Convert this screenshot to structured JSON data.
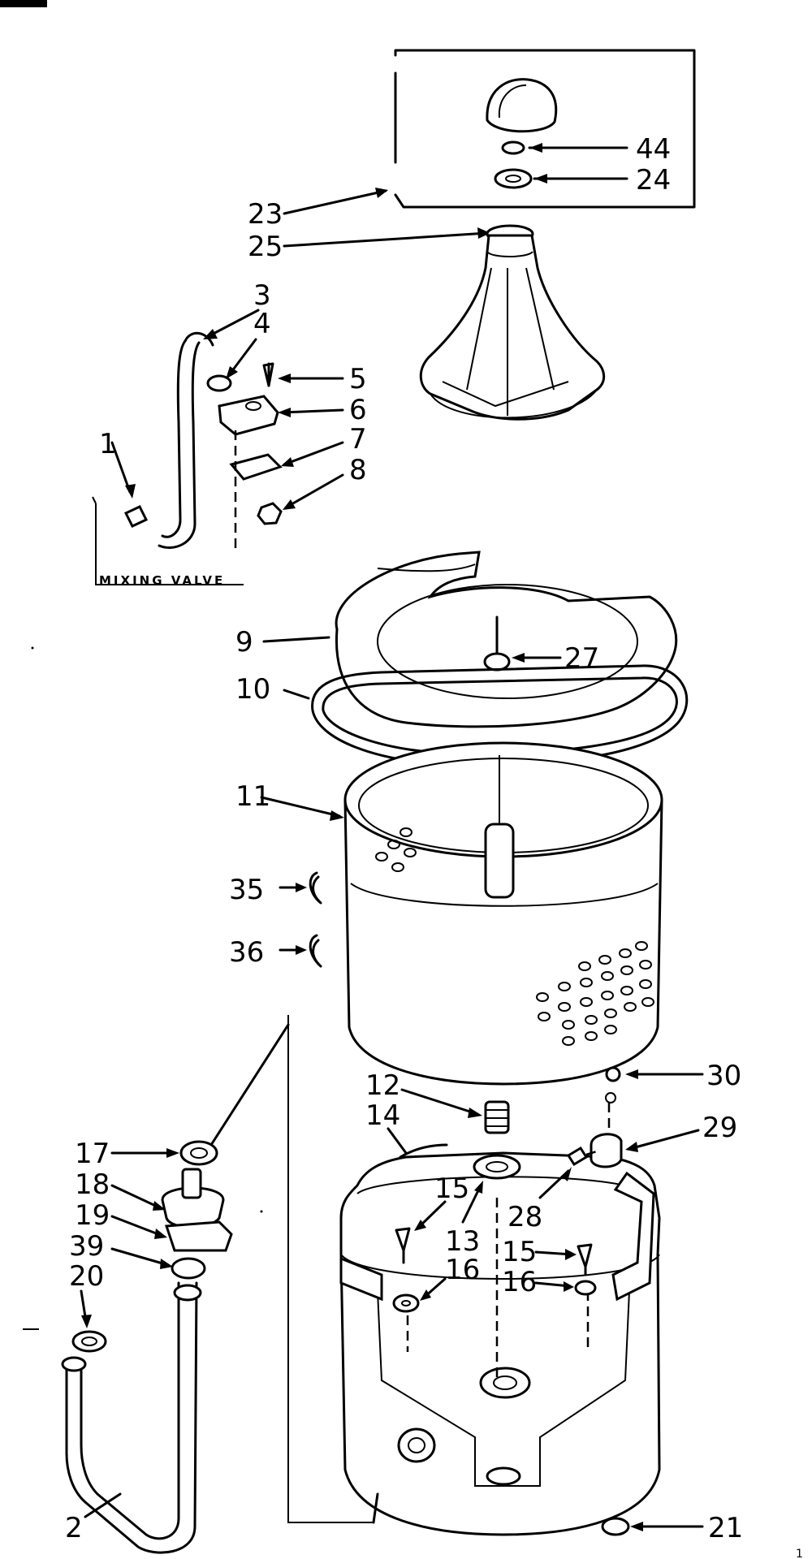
{
  "part_labels": {
    "p1": "1",
    "p2": "2",
    "p3": "3",
    "p4": "4",
    "p5": "5",
    "p6": "6",
    "p7": "7",
    "p8": "8",
    "p9": "9",
    "p10": "10",
    "p11": "11",
    "p12": "12",
    "p13": "13",
    "p14": "14",
    "p15a": "15",
    "p15b": "15",
    "p16a": "16",
    "p16b": "16",
    "p17": "17",
    "p18": "18",
    "p19": "19",
    "p20": "20",
    "p21": "21",
    "p23": "23",
    "p24": "24",
    "p25": "25",
    "p27": "27",
    "p28": "28",
    "p29": "29",
    "p30": "30",
    "p35": "35",
    "p36": "36",
    "p39": "39",
    "p44": "44"
  },
  "mixing_valve_caption": "MIXING VALVE",
  "page_mark": "1"
}
